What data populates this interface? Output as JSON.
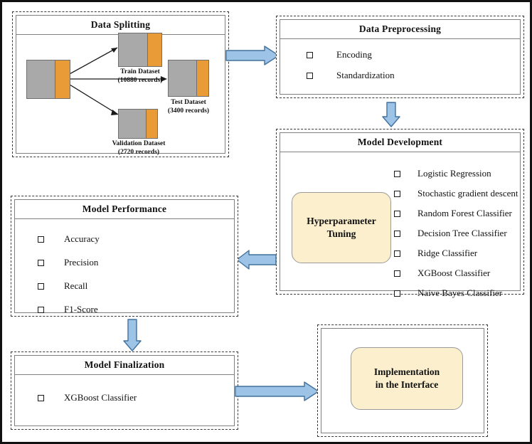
{
  "figure": {
    "frame_color": "#111111",
    "accent_arrow_fill": "#9DC3E6",
    "accent_arrow_stroke": "#41719C",
    "cream_fill": "#FBEFCE",
    "gray_fill": "#A9A9A9",
    "orange_fill": "#E89B36"
  },
  "stages": {
    "data_splitting": {
      "title": "Data Splitting",
      "source_block": {
        "label": ""
      },
      "outputs": [
        {
          "name": "Train Dataset",
          "count": "(10880 records)"
        },
        {
          "name": "Test Dataset",
          "count": "(3400 records)"
        },
        {
          "name": "Validation Dataset",
          "count": "(2720 records)"
        }
      ]
    },
    "data_preprocessing": {
      "title": "Data Preprocessing",
      "items": [
        "Encoding",
        "Standardization"
      ]
    },
    "model_development": {
      "title": "Model Development",
      "tuning_box": "Hyperparameter\nTuning",
      "tuning_box_line1": "Hyperparameter",
      "tuning_box_line2": "Tuning",
      "items": [
        "Logistic Regression",
        "Stochastic gradient descent",
        "Random Forest Classifier",
        "Decision Tree Classifier",
        "Ridge Classifier",
        "XGBoost Classifier",
        "Naive Bayes Classifier"
      ]
    },
    "model_performance": {
      "title": "Model Performance",
      "items": [
        "Accuracy",
        "Precision",
        "Recall",
        "F1-Score"
      ]
    },
    "model_finalization": {
      "title": "Model Finalization",
      "items": [
        "XGBoost Classifier"
      ]
    },
    "implementation": {
      "box_line1": "Implementation",
      "box_line2": "in the Interface"
    }
  },
  "connectors": [
    {
      "name": "splitting-to-preprocessing",
      "direction": "right"
    },
    {
      "name": "preprocessing-to-development",
      "direction": "down"
    },
    {
      "name": "development-to-performance",
      "direction": "left"
    },
    {
      "name": "performance-to-finalization",
      "direction": "down"
    },
    {
      "name": "finalization-to-implementation",
      "direction": "right"
    }
  ]
}
